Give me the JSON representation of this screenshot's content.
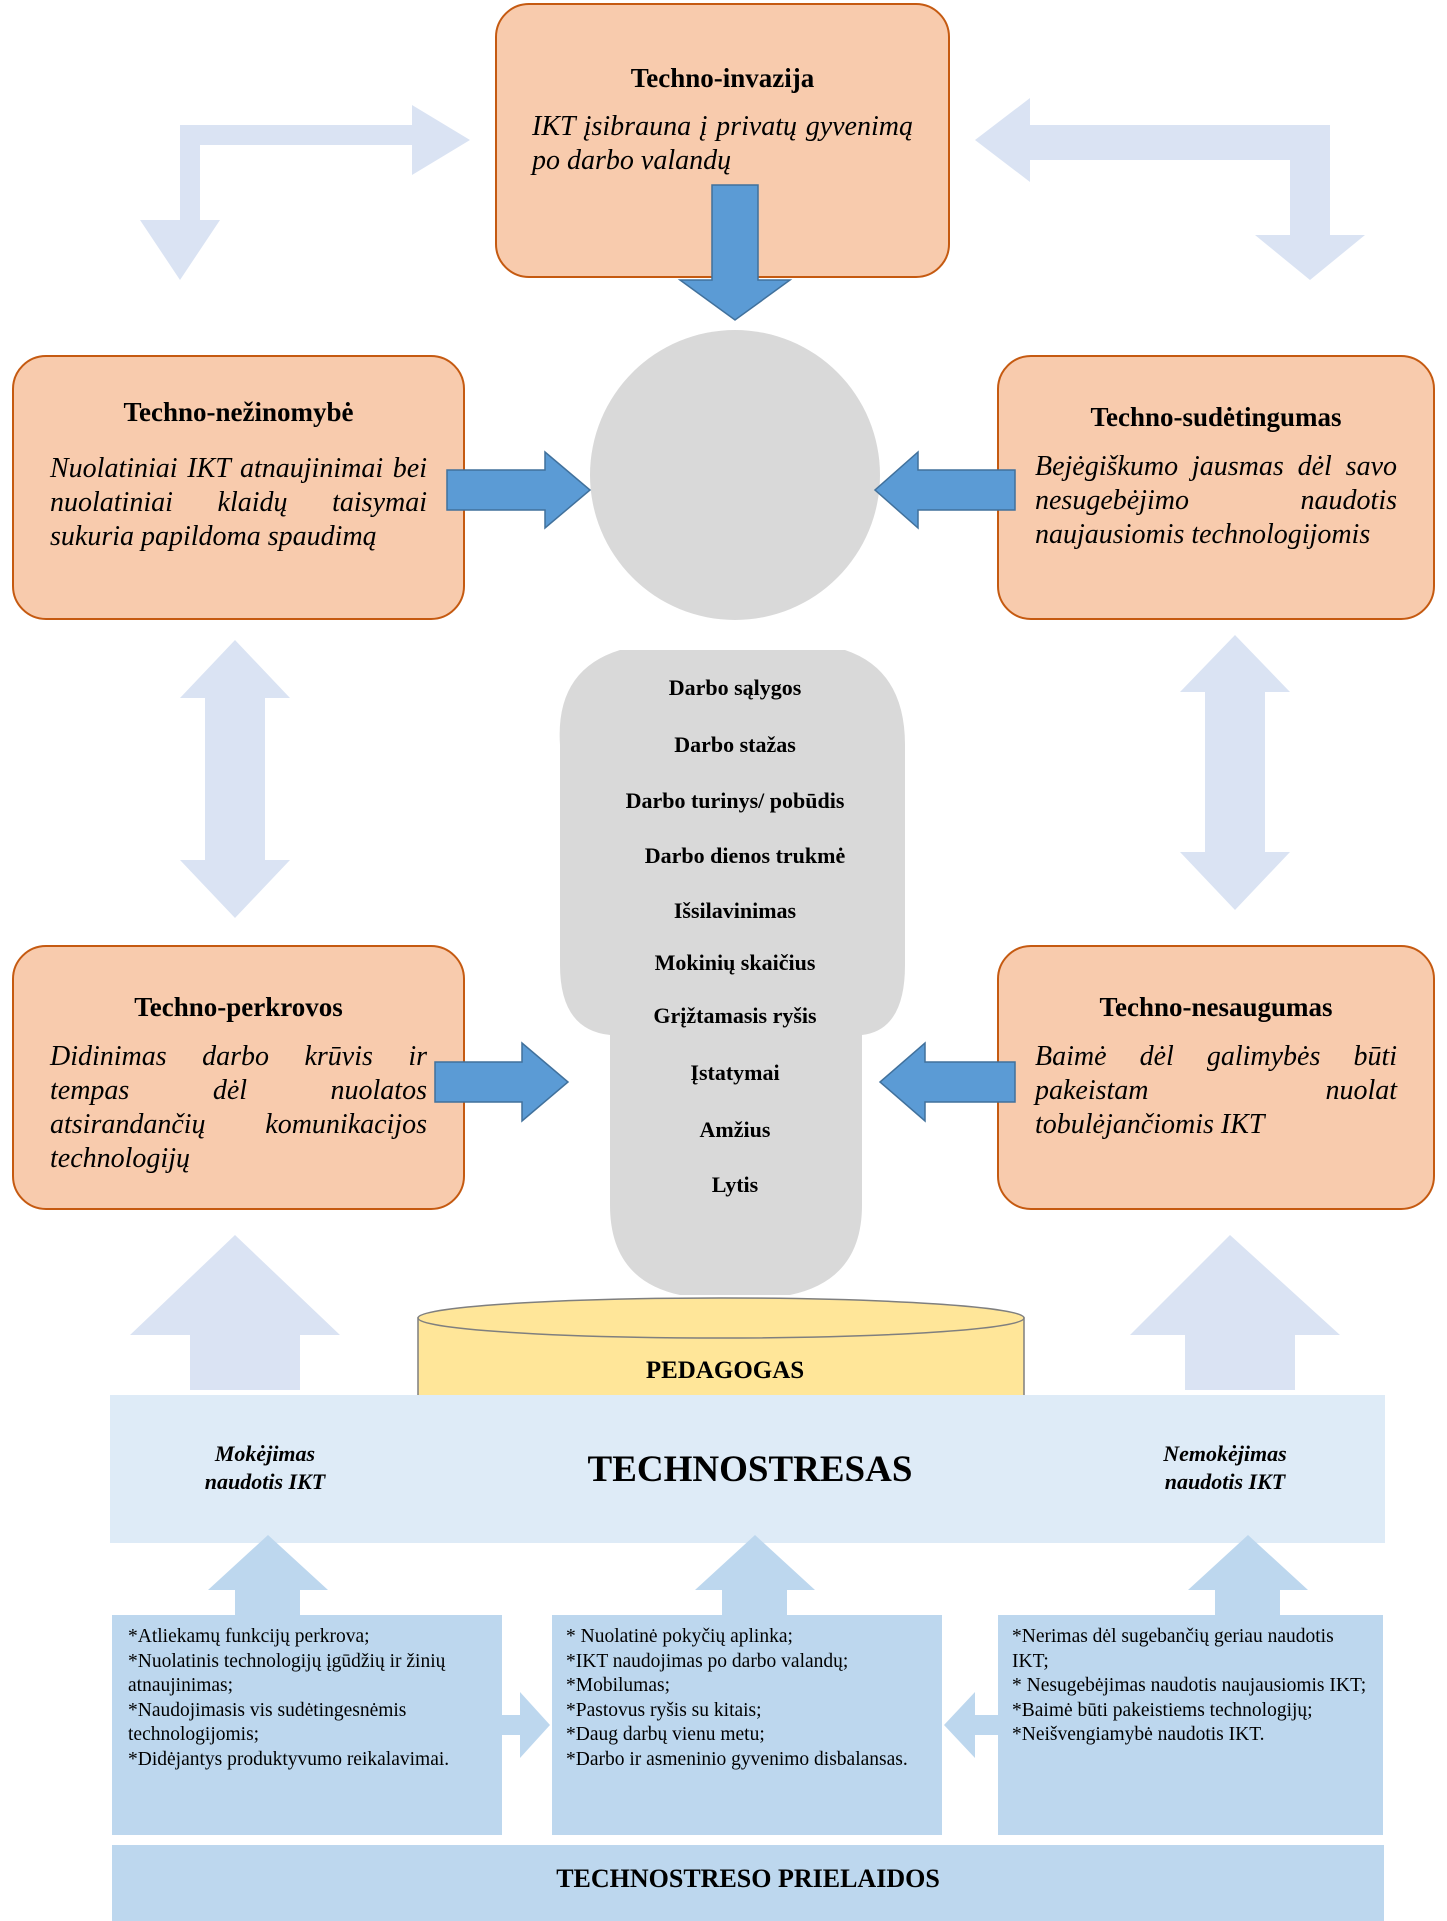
{
  "colors": {
    "box_fill": "#f8cbad",
    "box_border": "#c55a11",
    "arrow_blue": "#5b9bd5",
    "arrow_light": "#dae3f3",
    "person_gray": "#d9d9d9",
    "pedestal_yellow": "#ffe699",
    "band_light": "#deebf7",
    "box_blue": "#bdd7ee"
  },
  "boxes": {
    "top": {
      "title": "Techno-invazija",
      "desc": "IKT įsibrauna į privatų gyvenimą po darbo valandų"
    },
    "mid_left": {
      "title": "Techno-nežinomybė",
      "desc": "Nuolatiniai IKT atnaujinimai bei nuolatiniai klaidų taisymai sukuria papildoma spaudimą"
    },
    "mid_right": {
      "title": "Techno-sudėtingumas",
      "desc": "Bejėgiškumo jausmas dėl savo nesugebėjimo naudotis naujausiomis technologijomis"
    },
    "low_left": {
      "title": "Techno-perkrovos",
      "desc": "Didinimas darbo krūvis ir tempas dėl nuolatos atsirandančių komunikacijos technologijų"
    },
    "low_right": {
      "title": "Techno-nesaugumas",
      "desc": "Baimė dėl galimybės būti pakeistam nuolat tobulėjančiomis IKT"
    }
  },
  "person_factors": [
    "Darbo sąlygos",
    "Darbo stažas",
    "Darbo turinys/ pobūdis",
    "Darbo dienos trukmė",
    "Išsilavinimas",
    "Mokinių skaičius",
    "Grįžtamasis ryšis",
    "Įstatymai",
    "Amžius",
    "Lytis"
  ],
  "pedestal_label": "PEDAGOGAS",
  "band": {
    "title": "TECHNOSTRESAS",
    "left": "Mokėjimas naudotis IKT",
    "right": "Nemokėjimas naudotis IKT"
  },
  "lists": {
    "left": "*Atliekamų funkcijų perkrova;\n*Nuolatinis technologijų įgūdžių ir žinių atnaujinimas;\n*Naudojimasis vis sudėtingesnėmis technologijomis;\n*Didėjantys produktyvumo reikalavimai.",
    "center": "* Nuolatinė pokyčių aplinka;\n*IKT naudojimas po darbo valandų;\n*Mobilumas;\n*Pastovus ryšis su kitais;\n*Daug darbų vienu metu;\n*Darbo ir asmeninio gyvenimo disbalansas.",
    "right": "*Nerimas dėl sugebančių geriau naudotis IKT;\n* Nesugebėjimas naudotis naujausiomis IKT;\n*Baimė būti pakeistiems technologijų;\n*Neišvengiamybė naudotis IKT."
  },
  "footer": "TECHNOSTRESO PRIELAIDOS"
}
